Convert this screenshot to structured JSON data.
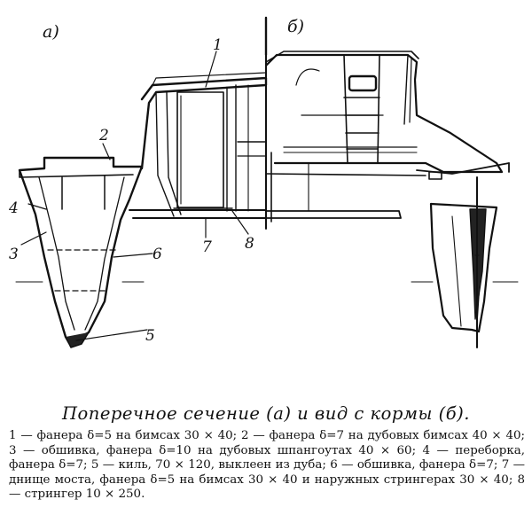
{
  "panel_labels": {
    "a": "а)",
    "b": "б)"
  },
  "callouts": [
    "1",
    "2",
    "3",
    "4",
    "5",
    "6",
    "7",
    "8"
  ],
  "caption": "Поперечное сечение (а) и вид с кормы (б).",
  "legend": "1 — фанера δ=5 на бимсах 30 × 40; 2 — фанера δ=7 на дубовых бимсах 40 × 40; 3 — обшивка, фанера δ=10 на дубовых шпангоутах 40 × 60; 4 — переборка, фанера δ=7; 5 — киль, 70 × 120, выклеен из дуба; 6 — обшивка, фанера δ=7; 7 — днище моста, фанера δ=5 на бимсах 30 × 40 и наружных стрингерах 30 × 40; 8 — стрингер 10 × 250."
}
